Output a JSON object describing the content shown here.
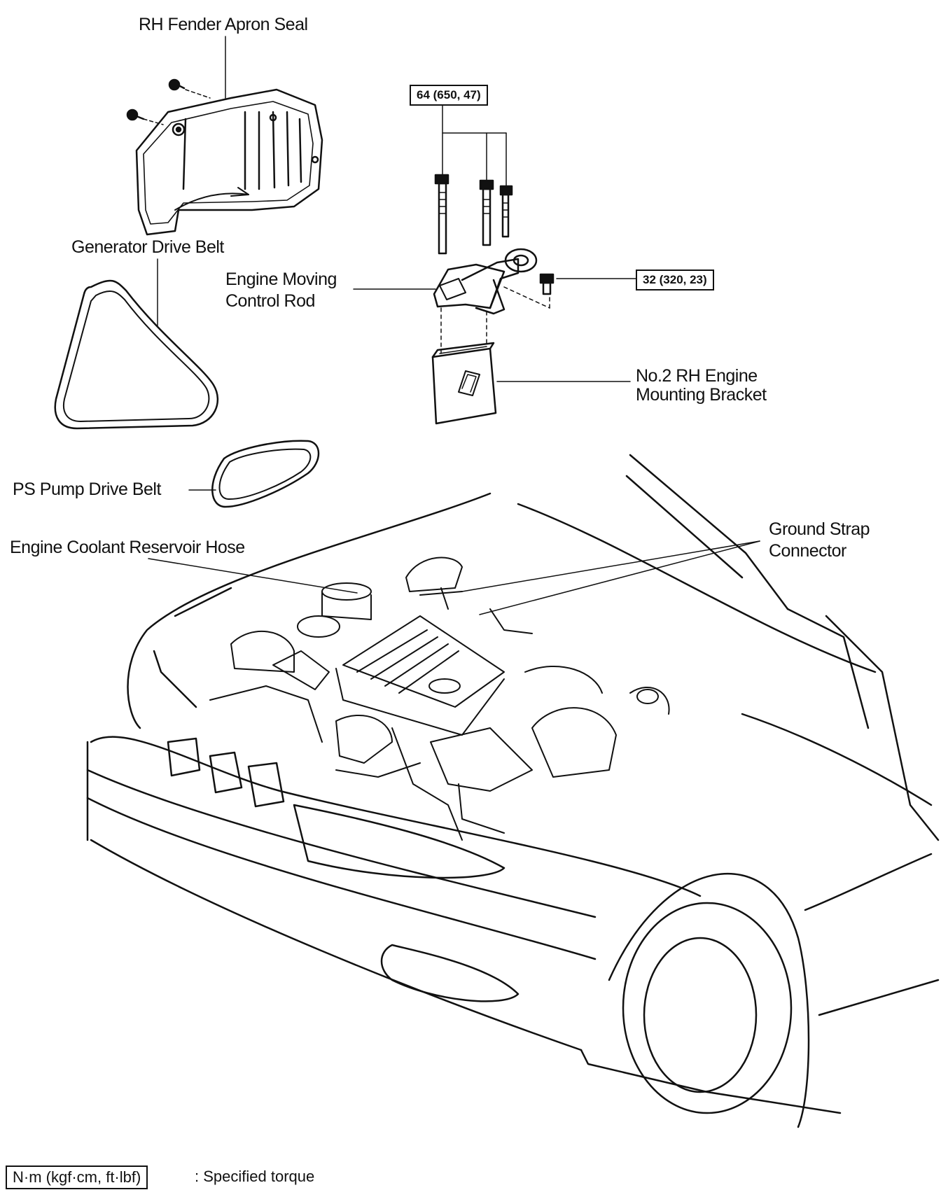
{
  "labels": {
    "rh_fender_apron_seal": "RH Fender Apron Seal",
    "generator_drive_belt": "Generator Drive Belt",
    "engine_moving_control_rod_1": "Engine Moving",
    "engine_moving_control_rod_2": "Control Rod",
    "no2_rh_bracket_1": "No.2 RH Engine",
    "no2_rh_bracket_2": "Mounting Bracket",
    "ps_pump_drive_belt": "PS Pump Drive Belt",
    "engine_coolant_reservoir_hose": "Engine Coolant Reservoir Hose",
    "ground_strap_connector_1": "Ground Strap",
    "ground_strap_connector_2": "Connector"
  },
  "torque": {
    "rod_bolts": "64 (650, 47)",
    "bracket_bolt": "32 (320, 23)"
  },
  "legend": {
    "unit_box": "N·m (kgf·cm, ft·lbf)",
    "description": ": Specified torque"
  }
}
